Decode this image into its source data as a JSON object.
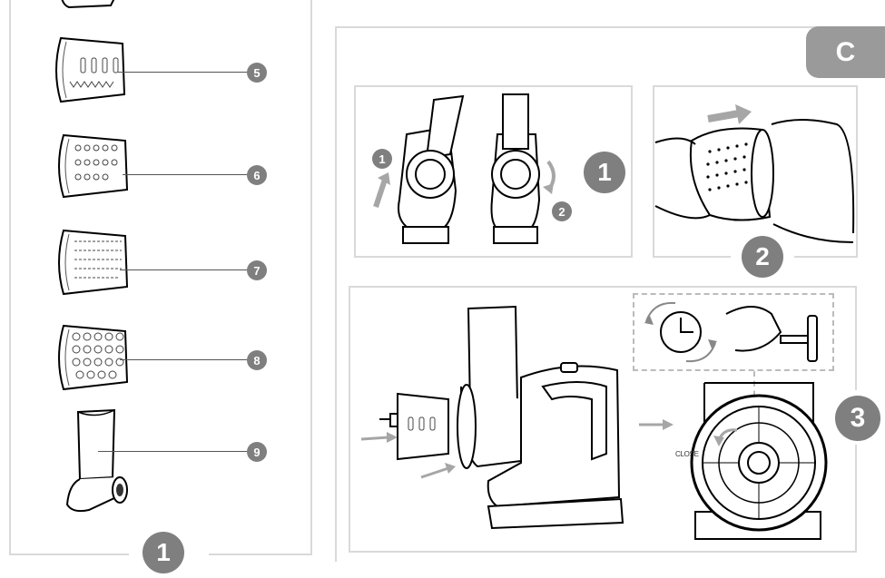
{
  "left_panel": {
    "parts": [
      {
        "number": "5"
      },
      {
        "number": "6"
      },
      {
        "number": "7"
      },
      {
        "number": "8"
      },
      {
        "number": "9"
      }
    ],
    "figure_number": "1"
  },
  "right_panel": {
    "section_letter": "C",
    "step1": {
      "number": "1",
      "sub1": "1",
      "sub2": "2"
    },
    "step2": {
      "number": "2"
    },
    "step3": {
      "number": "3",
      "close_label": "CLOSE"
    }
  },
  "colors": {
    "badge": "#7f7f7f",
    "tab": "#9a9a9a",
    "panel_border": "#d9d9d9",
    "arrow": "#a6a6a6"
  }
}
